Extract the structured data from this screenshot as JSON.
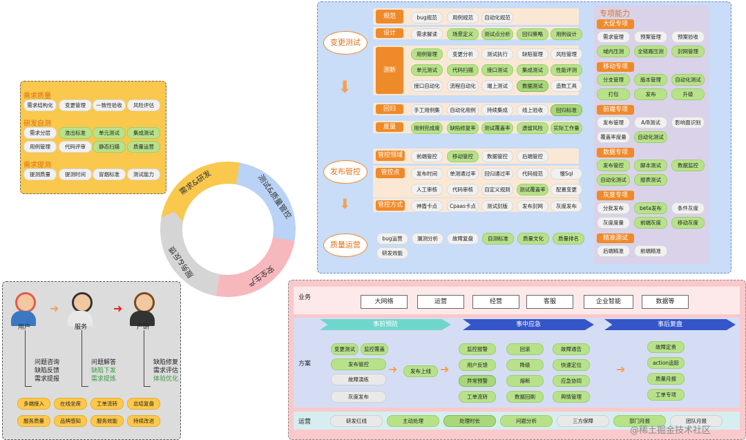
{
  "left_top": {
    "sections": [
      {
        "title": "需求质量",
        "items": [
          "需求结构化",
          "变更管理",
          "一致性验收",
          "风险评估"
        ]
      },
      {
        "title": "研发自测",
        "items": [
          "需求分层",
          "准出标准",
          "单元测试",
          "集成测试",
          "用例管理",
          "代码评审",
          "静态扫描",
          "质量运营"
        ]
      },
      {
        "title": "需求提测",
        "items": [
          "提测质量",
          "提测时间",
          "冒烟标准",
          "测试能力"
        ]
      }
    ]
  },
  "cycle": {
    "segments": [
      "需求&研发",
      "测试&质量管控",
      "安全生产",
      "服务&反馈"
    ]
  },
  "left_bottom": {
    "roles": [
      "用户",
      "服务",
      "产研"
    ],
    "role_notes": [
      [
        "问题咨询",
        "缺陷反馈",
        "需求提报"
      ],
      [
        "问题解答",
        "缺陷下发",
        "需求提炼"
      ],
      [
        "缺陷修复",
        "需求评估",
        "体验优化"
      ]
    ],
    "chips": [
      "多端接入",
      "在线坐席",
      "工单流转",
      "总结复盘",
      "服务质量",
      "品牌感知",
      "服务效能",
      "持续改进"
    ]
  },
  "blue_panel": {
    "ovals": [
      "变更测试",
      "发布管控",
      "质量运营"
    ],
    "change_rows": [
      {
        "label": "规范",
        "items": [
          "bug规范",
          "用例规范",
          "自动化规范"
        ]
      },
      {
        "label": "设计",
        "items": [
          "需求解读",
          "场景定义",
          "测试点分析",
          "回归策略",
          "用例设计"
        ]
      },
      {
        "label": "测新",
        "items": [
          "用例管理",
          "变更分析",
          "测试执行",
          "缺陷管理",
          "风险管理",
          "单元测试",
          "代码扫描",
          "接口测试",
          "集成测试",
          "性能评测",
          "接口自动化",
          "流程自动化",
          "端上测试",
          "数据测试",
          "造数工具"
        ]
      },
      {
        "label": "回归",
        "items": [
          "手工用例集",
          "自动化用例",
          "持续集成",
          "线上验收",
          "回归标准"
        ]
      },
      {
        "label": "度量",
        "items": [
          "用例完成度",
          "缺陷修复率",
          "测试覆盖率",
          "遗留风险",
          "实际工作量"
        ]
      }
    ],
    "release_rows": [
      {
        "label": "管控领域",
        "items": [
          "前端管控",
          "移动管控",
          "数据管控",
          "后端管控"
        ]
      },
      {
        "label": "管控点",
        "items": [
          "发布时间",
          "单测通过率",
          "回归通过率",
          "代码规范",
          "慢Sql",
          "人工审核",
          "代码审核",
          "自定义规则",
          "测试覆盖率",
          "配置变更"
        ]
      },
      {
        "label": "管控方式",
        "items": [
          "神盾卡点",
          "Cpaas卡点",
          "测试封版",
          "发布封网",
          "灰度发布"
        ]
      }
    ],
    "quality_ops": [
      "bug运营",
      "漏测分析",
      "故障复盘",
      "自测标准",
      "质量文化",
      "质量排名",
      "研发效能"
    ],
    "special_title": "专项能力",
    "special": [
      {
        "head": "大促专项",
        "items": [
          "需求管理",
          "预案管理",
          "预案验收",
          "域内压测",
          "全链路压测",
          "封网管理"
        ]
      },
      {
        "head": "移动专项",
        "items": [
          "分支管理",
          "版本管理",
          "自动化测试",
          "打包",
          "发布",
          "升级"
        ]
      },
      {
        "head": "前端专项",
        "items": [
          "发布管理",
          "A/B测试",
          "影响面识别",
          "覆盖率度量",
          "自动化测试"
        ]
      },
      {
        "head": "数据专项",
        "items": [
          "发布管控",
          "脚本测试",
          "数据监控",
          "自动化测试",
          "报表测试"
        ]
      },
      {
        "head": "灰度专项",
        "items": [
          "分批发布",
          "beta发布",
          "条件灰度",
          "灰度度量",
          "前端灰度",
          "移动灰度"
        ]
      },
      {
        "head": "精准测试",
        "items": [
          "后端精准",
          "前端精准"
        ]
      }
    ]
  },
  "pink_panel": {
    "business_label": "业务",
    "business": [
      "大网络",
      "运营",
      "经营",
      "客服",
      "企业智能",
      "数据等"
    ],
    "plan_label": "方案",
    "phases": [
      "事前预防",
      "事中应急",
      "事后复盘"
    ],
    "pre": [
      "变更测试",
      "监控覆盖",
      "发布管控",
      "故障演练",
      "灰度发布"
    ],
    "pre_next": "发布上线",
    "mid_a": [
      "监控报警",
      "用户反馈",
      "异常预警",
      "工单流转"
    ],
    "mid_b": [
      "回滚",
      "降级",
      "熔断",
      "数据回刷"
    ],
    "mid_c": [
      "故障通告",
      "快速定位",
      "应急协同",
      "舆情管理"
    ],
    "post": [
      "故障定责",
      "action追踪",
      "质量月报",
      "工单专项"
    ],
    "ops_label": "运营",
    "ops": [
      "研发红线",
      "主动处理",
      "处理时长",
      "问题分析",
      "三方保障",
      "部门月报",
      "团队月报"
    ]
  },
  "watermark": "@稀土掘金技术社区",
  "colors": {
    "orange": "#ef8a2a",
    "blue_panel": "#c9dcf8",
    "pink_panel": "#f9c9cc",
    "yellow_panel": "#f9c84d"
  }
}
